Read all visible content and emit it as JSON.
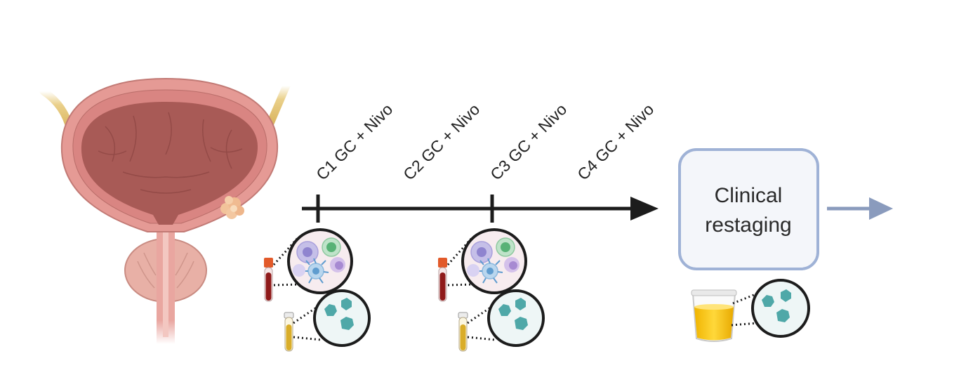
{
  "cycles": [
    {
      "label": "C1 GC + Nivo"
    },
    {
      "label": "C2 GC + Nivo"
    },
    {
      "label": "C3 GC + Nivo"
    },
    {
      "label": "C4 GC + Nivo"
    }
  ],
  "restaging": {
    "line1": "Clinical",
    "line2": "restaging"
  },
  "colors": {
    "timeline": "#1c1c1c",
    "box_border": "#9fb2d6",
    "box_fill": "#f4f6fa",
    "next_arrow": "#8a9bbd",
    "bladder_outer": "#e59a95",
    "bladder_inner": "#a85a56",
    "urine": "#f2c318",
    "blood": "#8f1a1a"
  }
}
